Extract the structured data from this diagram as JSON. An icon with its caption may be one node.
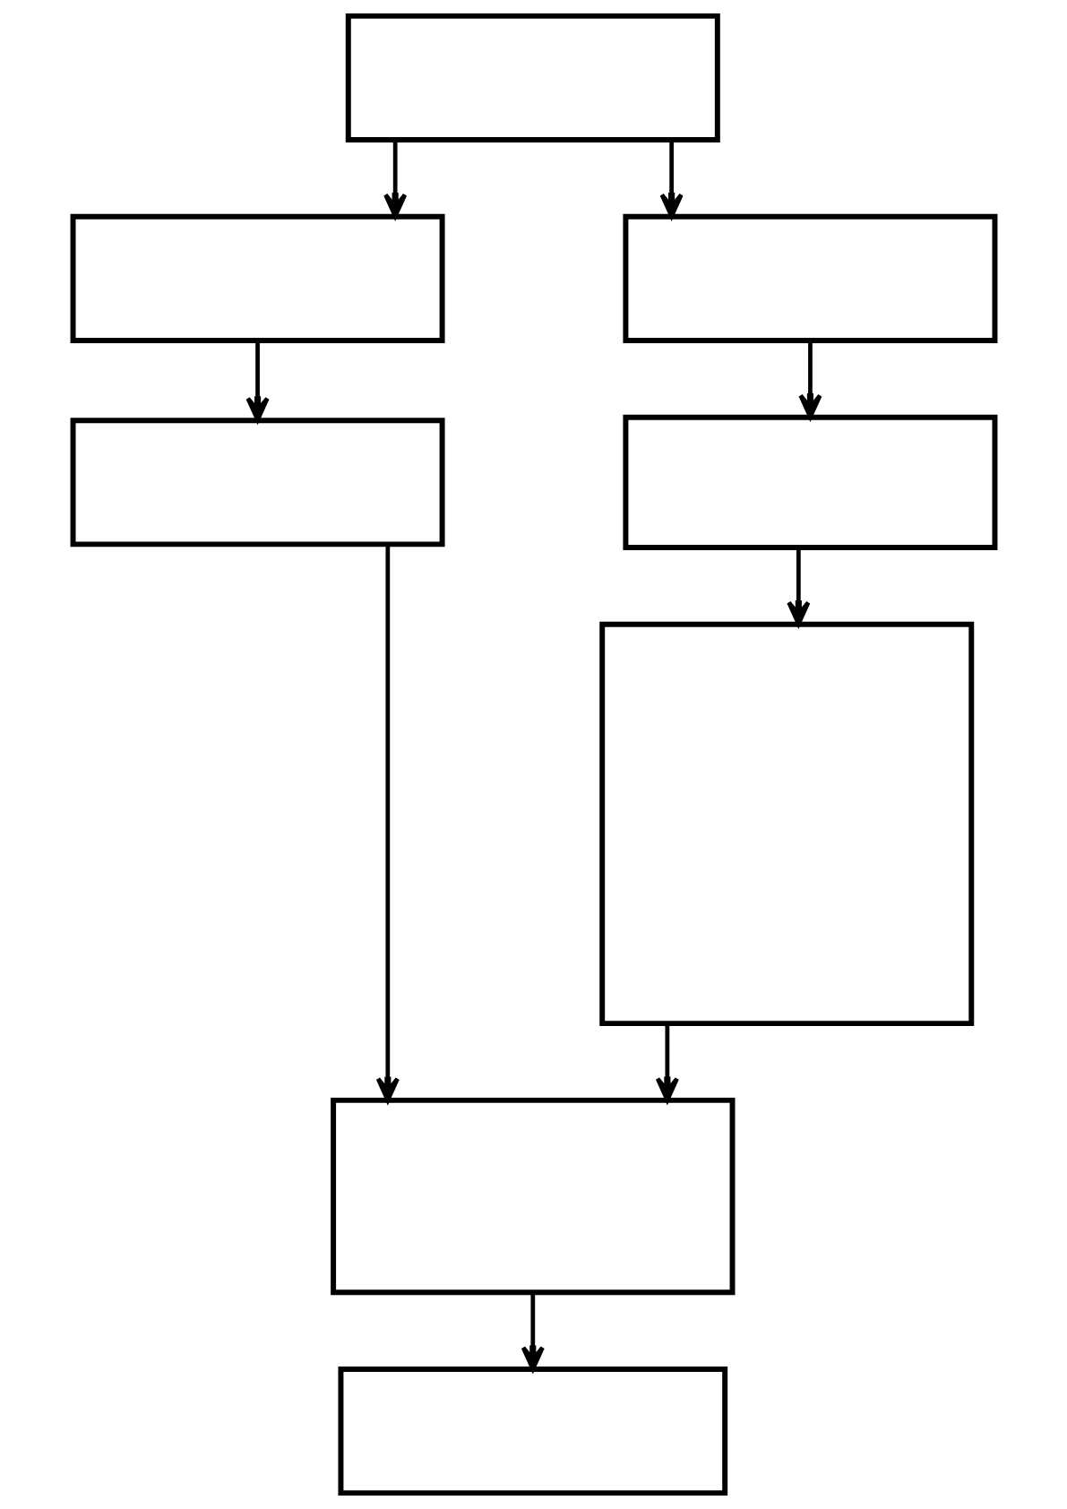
{
  "diagram": {
    "nodes": [
      {
        "text": [],
        "shape": "box"
      },
      {
        "text": [],
        "shape": "box"
      },
      {
        "text": [],
        "shape": "box"
      },
      {
        "text": [],
        "shape": "box"
      },
      {
        "text": [],
        "shape": "box"
      },
      {
        "text": [],
        "shape": "box"
      },
      {
        "text": [],
        "shape": "box"
      },
      {
        "text": [],
        "shape": "box"
      }
    ],
    "edges": [
      {
        "from": 0,
        "to": 1,
        "arrow": "to"
      },
      {
        "from": 0,
        "to": 2,
        "arrow": "to"
      },
      {
        "from": 1,
        "to": 3,
        "arrow": "to"
      },
      {
        "from": 2,
        "to": 4,
        "arrow": "to"
      },
      {
        "from": 4,
        "to": 5,
        "arrow": "to"
      },
      {
        "from": 3,
        "to": 6,
        "arrow": "to"
      },
      {
        "from": 5,
        "to": 6,
        "arrow": "to"
      },
      {
        "from": 6,
        "to": 7,
        "arrow": "to"
      }
    ]
  }
}
